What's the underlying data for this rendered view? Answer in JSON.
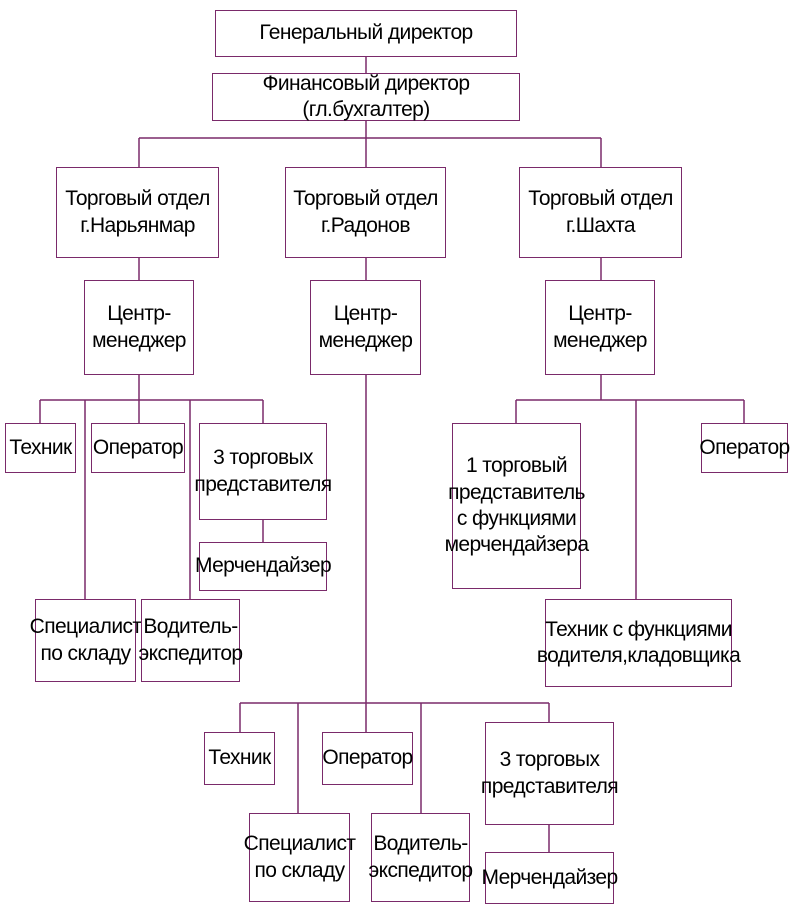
{
  "colors": {
    "line": "#7a2a6a",
    "border": "#7a2a6a",
    "text": "#000000",
    "background": "#ffffff"
  },
  "org": {
    "ceo": "Генеральный директор",
    "cfo": "Финансовый директор (гл.бухгалтер)",
    "dept_naryanmar": "Торговый отдел\nг.Нарьянмар",
    "dept_radonov": "Торговый отдел\nг.Радонов",
    "dept_shakhta": "Торговый отдел\nг.Шахта",
    "manager_naryanmar": "Центр-\nменеджер",
    "manager_radonov": "Центр-\nменеджер",
    "manager_shakhta": "Центр-\nменеджер",
    "n_technician": "Техник",
    "n_operator": "Оператор",
    "n_sales_reps": "3 торговых\nпредставителя",
    "n_merchandiser": "Мерчендайзер",
    "n_warehouse": "Специалист\nпо складу",
    "n_driver": "Водитель-\nэкспедитор",
    "s_sales_rep": "1 торговый\nпредставитель\nс функциями\nмерчендайзера",
    "s_operator": "Оператор",
    "s_technician": "Техник с функциями\nводителя,кладовщика",
    "r_technician": "Техник",
    "r_operator": "Оператор",
    "r_sales_reps": "3 торговых\nпредставителя",
    "r_warehouse": "Специалист\nпо складу",
    "r_driver": "Водитель-\nэкспедитор",
    "r_merchandiser": "Мерчендайзер"
  }
}
